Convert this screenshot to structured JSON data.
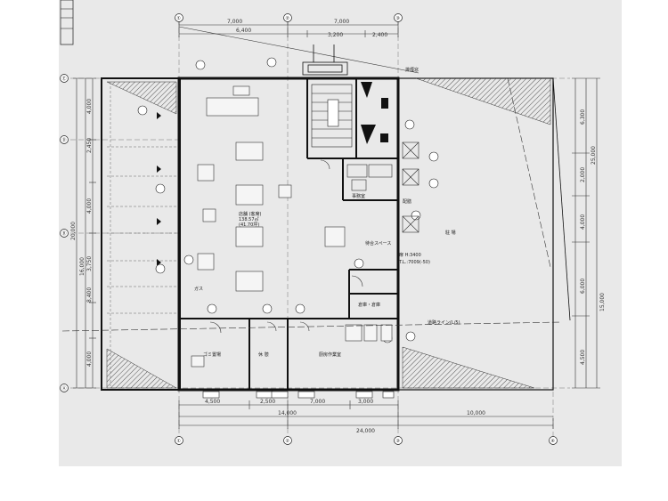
{
  "grid_top": [
    "①",
    "②",
    "③"
  ],
  "grid_bottom": [
    "①",
    "②",
    "③",
    "④"
  ],
  "grid_left": [
    "Ⓔ",
    "Ⓓ",
    "Ⓑ",
    "Ⓐ"
  ],
  "dims_top": {
    "span_a": "7,000",
    "span_b": "7,000",
    "sub_a": "6,400",
    "sub_b": "3,200",
    "sub_c": "2,400"
  },
  "dims_bottom": {
    "seg_1": "4,500",
    "seg_2": "2,500",
    "seg_3": "7,000",
    "seg_4": "3,000",
    "total_left": "14,000",
    "total_right": "10,000",
    "grand_total": "24,000"
  },
  "dims_left": {
    "a": "4,000",
    "b": "2,450",
    "c": "4,000",
    "d": "3,750",
    "e": "8,400",
    "f": "4,000",
    "overall": "20,000",
    "mid": "16,000"
  },
  "dims_right": {
    "a": "6,300",
    "b": "2,000",
    "c": "4,000",
    "d": "6,000",
    "e": "4,500",
    "overall": "25,000",
    "overall2": "15,000"
  },
  "rooms": {
    "main_hall": "店舗 (客席)",
    "main_hall_area": "138.57㎡",
    "main_hall_seats": "(41.70坪)",
    "waste_space": "ゴミ置場",
    "waiting_space": "待合スペース",
    "outdoor": "駐 場",
    "storage": "倉庫・倉庫",
    "office_room": "事務室",
    "staff_room": "休 憩",
    "kitchen_room": "厨房作業室",
    "pantry": "配膳"
  },
  "notes": {
    "setback_line": "道路ライン(L/5)",
    "tel_line": "T.L.:7009(-50)",
    "door_height": "扉 H:3400",
    "rail_note": "排煙窓",
    "gas_label": "ガス"
  },
  "colors": {
    "line": "#1a1a1a",
    "hatch": "#6b6b6b",
    "paper": "#e9e9e9"
  }
}
